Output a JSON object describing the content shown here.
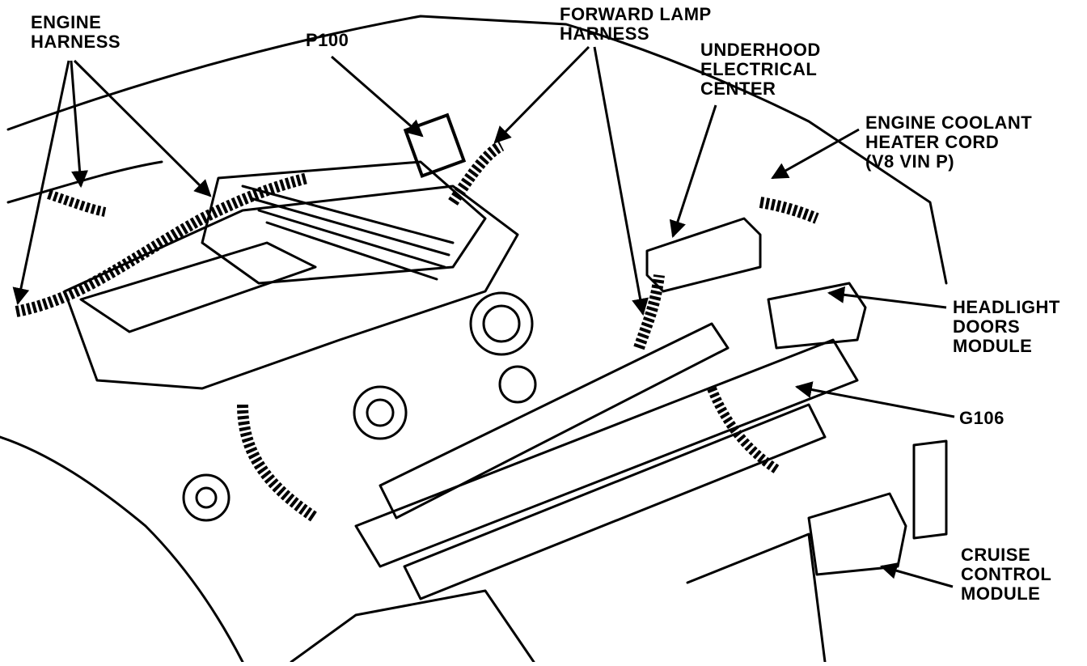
{
  "labels": {
    "engine_harness": [
      "ENGINE",
      "HARNESS"
    ],
    "p100": "P100",
    "forward_lamp_harness": [
      "FORWARD LAMP",
      "HARNESS"
    ],
    "underhood_electrical_center": [
      "UNDERHOOD",
      "ELECTRICAL",
      "CENTER"
    ],
    "engine_coolant_heater_cord": [
      "ENGINE COOLANT",
      "HEATER CORD",
      "(V8  VIN P)"
    ],
    "headlight_doors_module": [
      "HEADLIGHT",
      "DOORS",
      "MODULE"
    ],
    "g106": "G106",
    "cruise_control_module": [
      "CRUISE",
      "CONTROL",
      "MODULE"
    ]
  },
  "colors": {
    "ink": "#000000",
    "paper": "#ffffff"
  }
}
